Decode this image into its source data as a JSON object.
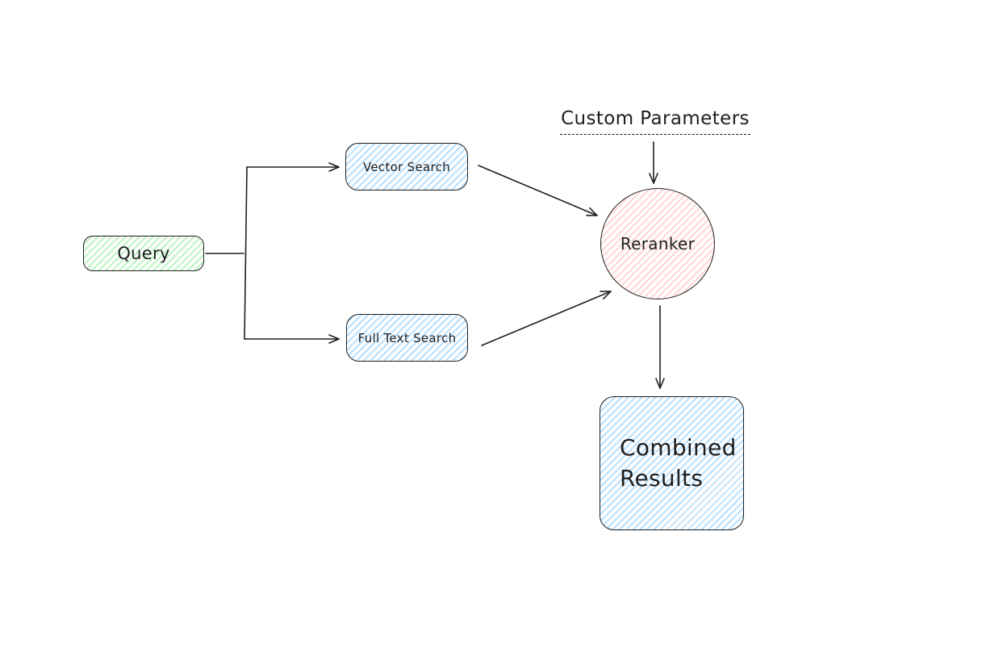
{
  "diagram": {
    "nodes": {
      "query": {
        "label": "Query",
        "shape": "rounded-rectangle",
        "fill": "#b2f2bb"
      },
      "vector_search": {
        "label": "Vector Search",
        "shape": "rounded-rectangle",
        "fill": "#a5d8ff"
      },
      "full_text_search": {
        "label": "Full Text Search",
        "shape": "rounded-rectangle",
        "fill": "#a5d8ff"
      },
      "reranker": {
        "label": "Reranker",
        "shape": "ellipse",
        "fill": "#ffc9c9"
      },
      "custom_parameters": {
        "label": "Custom Parameters",
        "shape": "text-with-dashed-underline"
      },
      "combined_results": {
        "label": "Combined Results",
        "shape": "rounded-rectangle",
        "fill": "#a5d8ff"
      }
    },
    "edges": [
      {
        "from": "query",
        "to": "vector_search",
        "arrow": true
      },
      {
        "from": "query",
        "to": "full_text_search",
        "arrow": true
      },
      {
        "from": "vector_search",
        "to": "reranker",
        "arrow": true
      },
      {
        "from": "full_text_search",
        "to": "reranker",
        "arrow": true
      },
      {
        "from": "custom_parameters",
        "to": "reranker",
        "arrow": true
      },
      {
        "from": "reranker",
        "to": "combined_results",
        "arrow": true
      }
    ],
    "colors": {
      "stroke": "#1e1e1e",
      "canvas_bg": "#ffffff",
      "green_fill": "#b2f2bb",
      "blue_fill": "#a5d8ff",
      "pink_fill": "#ffc9c9"
    }
  }
}
